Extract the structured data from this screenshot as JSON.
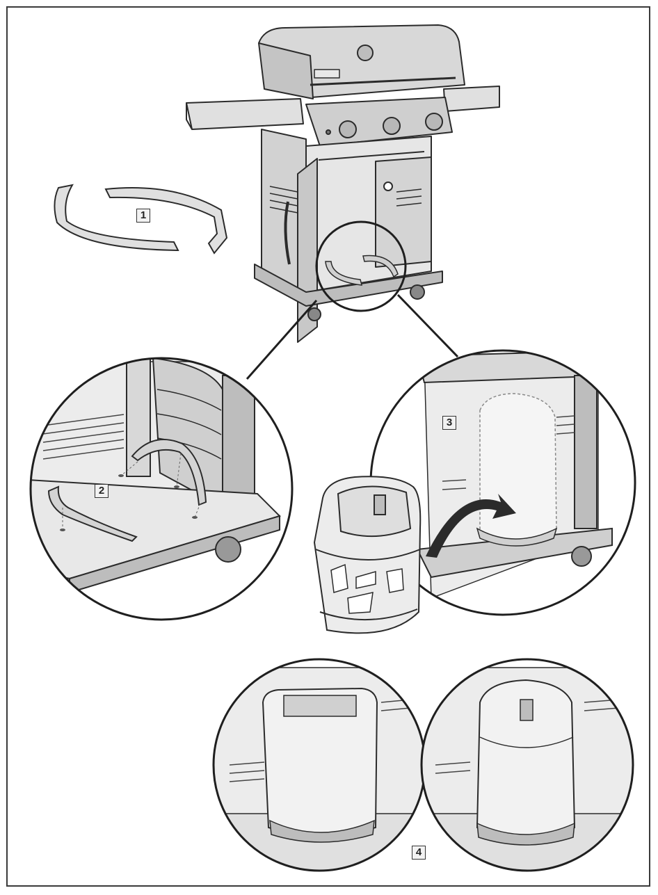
{
  "steps": [
    {
      "number": "1"
    },
    {
      "number": "2"
    },
    {
      "number": "3"
    },
    {
      "number": "4"
    }
  ],
  "colors": {
    "line": "#2b2b2b",
    "metal": "#cfcfcf",
    "metal_dark": "#9a9a9a",
    "panel": "#e4e4e4",
    "tank": "#ececec"
  },
  "icons": [
    "grill",
    "tank-retainer-clip",
    "propane-tank",
    "magnifier-circle",
    "curved-arrow"
  ]
}
